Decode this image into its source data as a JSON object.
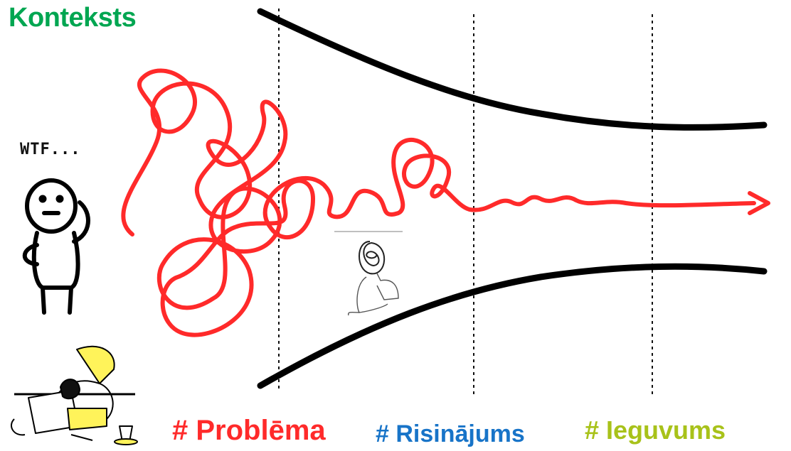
{
  "title": "Konteksts",
  "speech": "WTF...",
  "stages": [
    {
      "label": "# Problēma",
      "color": "#ff2a2a"
    },
    {
      "label": "# Risinājums",
      "color": "#1874c8"
    },
    {
      "label": "# Ieguvums",
      "color": "#a8c21a"
    }
  ],
  "colors": {
    "title": "#00a651",
    "scribble": "#ff2a2a",
    "funnel": "#000000"
  },
  "icons": [
    "stick-figure-confused",
    "person-head-on-laptop",
    "thinking-person-tangled-head"
  ]
}
